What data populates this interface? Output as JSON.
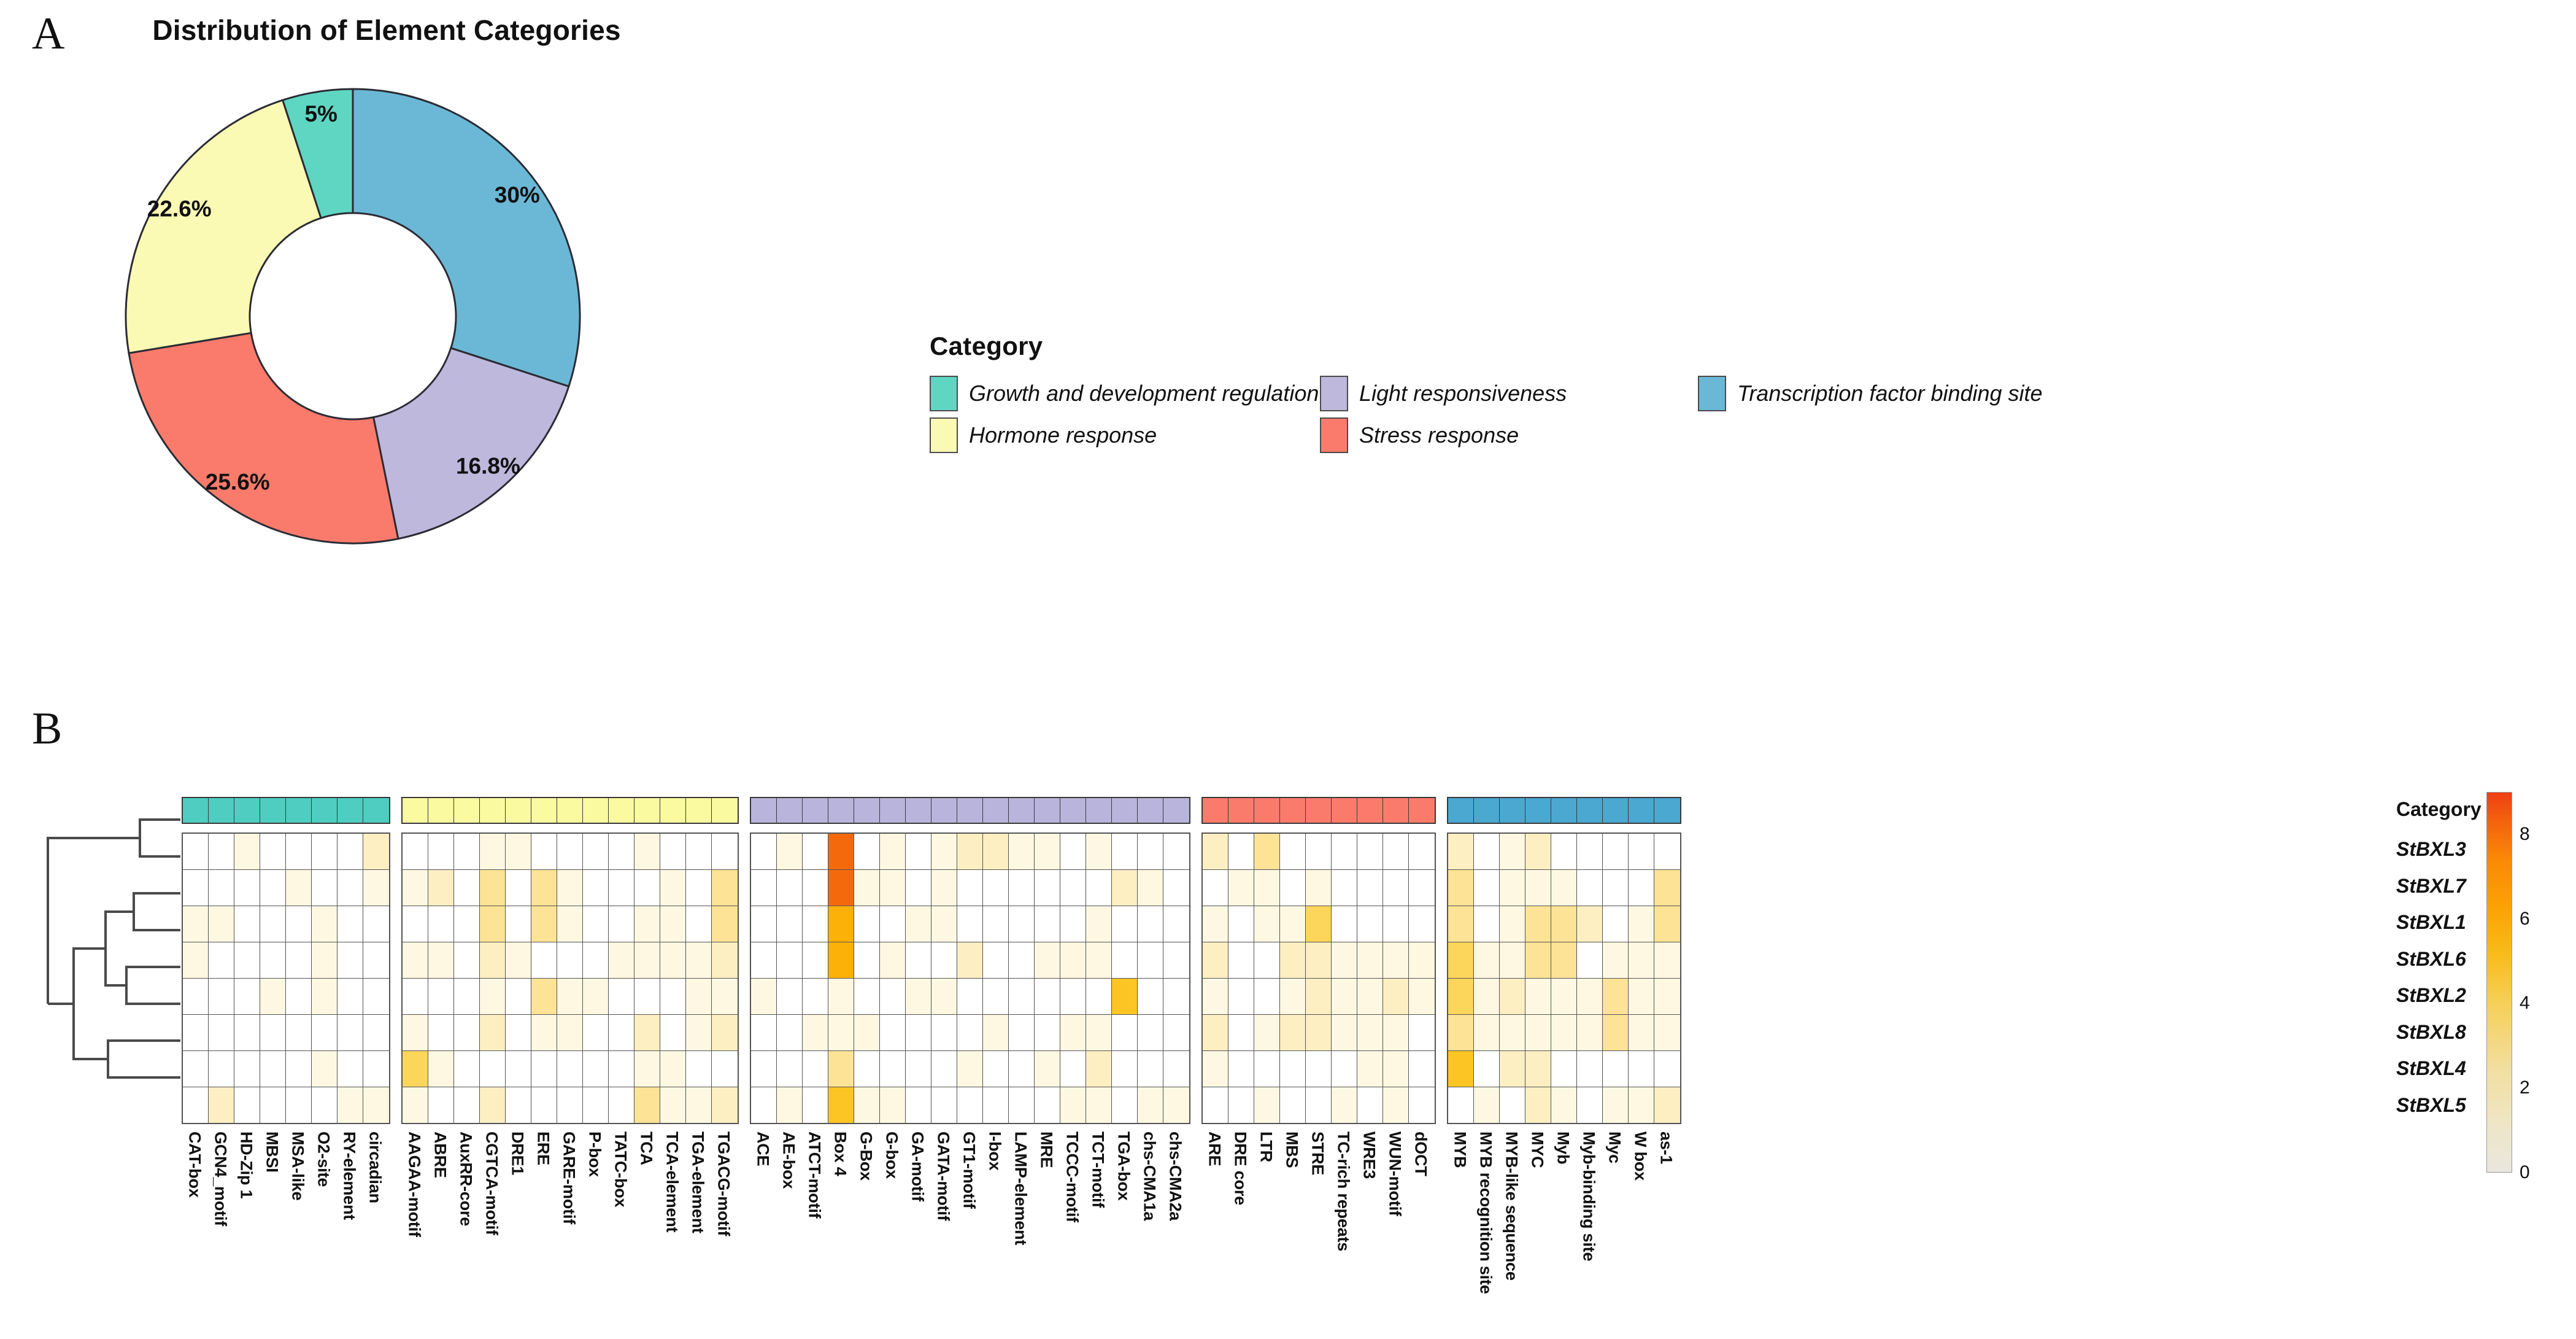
{
  "panels": {
    "a_letter": "A",
    "b_letter": "B"
  },
  "panelA": {
    "title": "Distribution of Element Categories",
    "donut": {
      "labels": [
        "30%",
        "16.8%",
        "25.6%",
        "22.6%",
        "5%"
      ]
    },
    "legend": {
      "title": "Category",
      "items": [
        {
          "label": "Growth and development regulation",
          "color": "#5ED6C2"
        },
        {
          "label": "Light responsiveness",
          "color": "#BDB8DC"
        },
        {
          "label": "Transcription factor binding site",
          "color": "#6BB8D6"
        },
        {
          "label": "Hormone response",
          "color": "#FAFAB4"
        },
        {
          "label": "Stress response",
          "color": "#FA7B6B"
        }
      ]
    }
  },
  "chart_data": [
    {
      "type": "pie",
      "title": "Distribution of Element Categories",
      "legend_position": "right",
      "labels": [
        "Transcription factor binding site",
        "Light responsiveness",
        "Stress response",
        "Hormone response",
        "Growth and development regulation"
      ],
      "values": [
        30.0,
        16.8,
        25.6,
        22.6,
        5.0
      ],
      "value_labels": [
        "30%",
        "16.8%",
        "25.6%",
        "22.6%",
        "5%"
      ],
      "colors": [
        "#6BB8D6",
        "#BDB8DC",
        "#FA7B6B",
        "#FAFAB4",
        "#5ED6C2"
      ],
      "donut": true
    },
    {
      "type": "heatmap",
      "title": "",
      "xlabel": "",
      "ylabel": "",
      "grid": true,
      "legend_position": "right",
      "colorbar": {
        "label": "",
        "ticks": [
          "0",
          "2",
          "4",
          "6",
          "8"
        ],
        "tick_values": [
          0,
          2,
          4,
          6,
          8
        ],
        "vmin": 0,
        "vmax": 9,
        "low_color": "#eeece5",
        "high_color": "#ee3d13"
      },
      "row_axis_title": "Category",
      "rows": [
        "StBXL3",
        "StBXL7",
        "StBXL1",
        "StBXL6",
        "StBXL2",
        "StBXL8",
        "StBXL4",
        "StBXL5"
      ],
      "column_groups": [
        {
          "name": "Growth and development regulation",
          "color": "#4ECDC0",
          "columns": [
            "CAT-box",
            "GCN4_motif",
            "HD-Zip 1",
            "MBSI",
            "MSA-like",
            "O2-site",
            "RY-element",
            "circadian"
          ],
          "values": [
            [
              0,
              0,
              1,
              0,
              0,
              0,
              0,
              2
            ],
            [
              0,
              0,
              0,
              0,
              1,
              0,
              0,
              1
            ],
            [
              1,
              1,
              0,
              0,
              0,
              1,
              0,
              0
            ],
            [
              1,
              0,
              0,
              0,
              0,
              1,
              0,
              0
            ],
            [
              0,
              0,
              0,
              1,
              0,
              1,
              0,
              0
            ],
            [
              0,
              0,
              0,
              0,
              0,
              0,
              0,
              0
            ],
            [
              0,
              0,
              0,
              0,
              0,
              1,
              0,
              0
            ],
            [
              0,
              2,
              0,
              0,
              0,
              0,
              1,
              1
            ]
          ]
        },
        {
          "name": "Hormone response",
          "color": "#FAFAA0",
          "columns": [
            "AAGAA-motif",
            "ABRE",
            "AuxRR-core",
            "CGTCA-motif",
            "DRE1",
            "ERE",
            "GARE-motif",
            "P-box",
            "TATC-box",
            "TCA",
            "TCA-element",
            "TGA-element",
            "TGACG-motif"
          ],
          "values": [
            [
              0,
              0,
              0,
              1,
              1,
              0,
              0,
              0,
              0,
              1,
              0,
              0,
              0
            ],
            [
              1,
              2,
              0,
              3,
              0,
              3,
              1,
              0,
              0,
              0,
              1,
              0,
              3
            ],
            [
              0,
              0,
              0,
              3,
              0,
              3,
              1,
              0,
              0,
              1,
              1,
              0,
              3
            ],
            [
              1,
              1,
              0,
              2,
              1,
              0,
              0,
              0,
              1,
              1,
              1,
              1,
              2
            ],
            [
              0,
              0,
              0,
              1,
              0,
              3,
              1,
              1,
              0,
              0,
              0,
              1,
              1
            ],
            [
              1,
              0,
              0,
              2,
              0,
              1,
              1,
              0,
              0,
              2,
              0,
              1,
              2
            ],
            [
              4,
              1,
              0,
              0,
              0,
              0,
              0,
              0,
              0,
              1,
              1,
              0,
              0
            ],
            [
              1,
              0,
              0,
              2,
              0,
              0,
              0,
              0,
              0,
              3,
              1,
              1,
              2
            ]
          ]
        },
        {
          "name": "Light responsiveness",
          "color": "#B8B4DC",
          "columns": [
            "ACE",
            "AE-box",
            "ATCT-motif",
            "Box 4",
            "G-Box",
            "G-box",
            "GA-motif",
            "GATA-motif",
            "GT1-motif",
            "I-box",
            "LAMP-element",
            "MRE",
            "TCCC-motif",
            "TCT-motif",
            "TGA-box",
            "chs-CMA1a",
            "chs-CMA2a"
          ],
          "values": [
            [
              0,
              1,
              0,
              8,
              0,
              1,
              0,
              1,
              2,
              2,
              1,
              1,
              0,
              1,
              0,
              0,
              0
            ],
            [
              0,
              0,
              0,
              8,
              1,
              1,
              0,
              1,
              0,
              0,
              0,
              0,
              0,
              0,
              2,
              1,
              0
            ],
            [
              0,
              0,
              0,
              6,
              0,
              0,
              1,
              1,
              0,
              0,
              0,
              0,
              0,
              1,
              0,
              0,
              0
            ],
            [
              0,
              0,
              0,
              6,
              0,
              1,
              0,
              0,
              2,
              0,
              0,
              1,
              1,
              1,
              0,
              0,
              0
            ],
            [
              1,
              0,
              0,
              1,
              0,
              0,
              1,
              1,
              0,
              0,
              0,
              0,
              0,
              0,
              5,
              0,
              0
            ],
            [
              0,
              0,
              1,
              1,
              1,
              0,
              0,
              0,
              0,
              1,
              0,
              0,
              1,
              1,
              0,
              0,
              0
            ],
            [
              0,
              0,
              0,
              3,
              0,
              0,
              0,
              0,
              1,
              0,
              0,
              1,
              0,
              2,
              0,
              0,
              0
            ],
            [
              0,
              1,
              0,
              5,
              1,
              1,
              0,
              0,
              0,
              0,
              0,
              0,
              1,
              1,
              0,
              1,
              1
            ]
          ]
        },
        {
          "name": "Stress response",
          "color": "#FA7B6B",
          "columns": [
            "ARE",
            "DRE core",
            "LTR",
            "MBS",
            "STRE",
            "TC-rich repeats",
            "WRE3",
            "WUN-motif",
            "dOCT"
          ],
          "values": [
            [
              2,
              0,
              3,
              0,
              0,
              0,
              0,
              0,
              0
            ],
            [
              0,
              1,
              1,
              0,
              1,
              0,
              0,
              0,
              0
            ],
            [
              1,
              0,
              1,
              1,
              4,
              0,
              0,
              0,
              0
            ],
            [
              2,
              0,
              0,
              2,
              2,
              1,
              1,
              1,
              1
            ],
            [
              1,
              0,
              0,
              1,
              2,
              1,
              1,
              2,
              1
            ],
            [
              2,
              0,
              1,
              2,
              2,
              1,
              1,
              1,
              0
            ],
            [
              1,
              0,
              0,
              0,
              0,
              0,
              1,
              1,
              0
            ],
            [
              0,
              0,
              1,
              0,
              0,
              1,
              0,
              1,
              0
            ]
          ]
        },
        {
          "name": "Transcription factor binding site",
          "color": "#4BA8D0",
          "columns": [
            "MYB",
            "MYB recognition site",
            "MYB-like sequence",
            "MYC",
            "Myb",
            "Myb-binding site",
            "Myc",
            "W box",
            "as-1"
          ],
          "values": [
            [
              2,
              0,
              1,
              2,
              0,
              0,
              0,
              0,
              0
            ],
            [
              3,
              0,
              1,
              1,
              1,
              0,
              0,
              0,
              3
            ],
            [
              3,
              0,
              1,
              3,
              3,
              2,
              0,
              1,
              3
            ],
            [
              4,
              1,
              1,
              3,
              3,
              0,
              1,
              1,
              1
            ],
            [
              4,
              1,
              2,
              1,
              1,
              1,
              3,
              1,
              1
            ],
            [
              3,
              1,
              1,
              1,
              1,
              1,
              3,
              1,
              1
            ],
            [
              5,
              0,
              2,
              2,
              0,
              0,
              0,
              0,
              0
            ],
            [
              0,
              1,
              0,
              2,
              1,
              0,
              1,
              1,
              2
            ]
          ]
        }
      ]
    }
  ]
}
